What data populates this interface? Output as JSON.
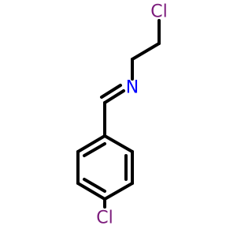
{
  "molecule": {
    "atoms": {
      "top_chlorine": "Cl",
      "nitrogen": "N",
      "bottom_chlorine": "Cl"
    },
    "colors": {
      "bond": "#000000",
      "chlorine": "#7b1a7b",
      "nitrogen": "#0000ff",
      "background": "#ffffff"
    }
  }
}
